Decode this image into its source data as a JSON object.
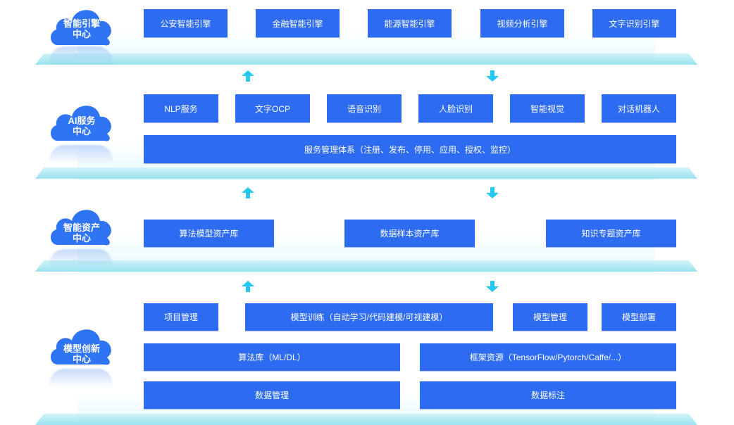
{
  "colors": {
    "box": "#2d6bf0",
    "cloud": "#2f74f2",
    "arrow": "#25c8f0",
    "platform": "#b6ecf4"
  },
  "layers": {
    "engine": {
      "title_line1": "智能引擎",
      "title_line2": "中心",
      "items": [
        "公安智能引擎",
        "金融智能引擎",
        "能源智能引擎",
        "视频分析引擎",
        "文字识别引擎"
      ]
    },
    "ai_service": {
      "title_line1": "AI服务",
      "title_line2": "中心",
      "items": [
        "NLP服务",
        "文字OCP",
        "语音识别",
        "人脸识别",
        "智能视觉",
        "对话机器人"
      ],
      "management": "服务管理体系（注册、发布、停用、应用、授权、监控）"
    },
    "asset": {
      "title_line1": "智能资产",
      "title_line2": "中心",
      "items": [
        "算法模型资产库",
        "数据样本资产库",
        "知识专题资产库"
      ]
    },
    "innovation": {
      "title_line1": "模型创新",
      "title_line2": "中心",
      "row1": [
        "项目管理",
        "模型训练（自动学习/代码建模/可视建模）",
        "模型管理",
        "模型部署"
      ],
      "row2": [
        "算法库（ML/DL）",
        "框架资源（TensorFlow/Pytorch/Caffe/...）"
      ],
      "row3": [
        "数据管理",
        "数据标注"
      ]
    }
  },
  "icons": {
    "up_arrow": "arrow-up-icon",
    "down_arrow": "arrow-down-icon",
    "cloud": "cloud-icon"
  }
}
